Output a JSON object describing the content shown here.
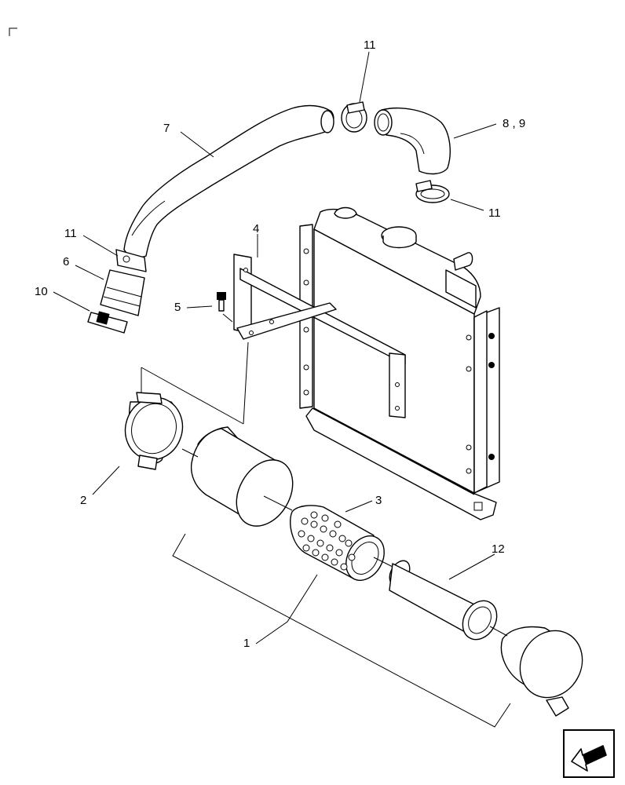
{
  "callouts": {
    "c1": "1",
    "c2": "2",
    "c3": "3",
    "c4": "4",
    "c5": "5",
    "c6": "6",
    "c7": "7",
    "c8_9": "8 , 9",
    "c10": "10",
    "c11_top": "11",
    "c11_right": "11",
    "c11_left": "11",
    "c12": "12"
  },
  "icons": {
    "corner_mark": "corner-bracket",
    "nav": "next-page-arrow-icon"
  }
}
